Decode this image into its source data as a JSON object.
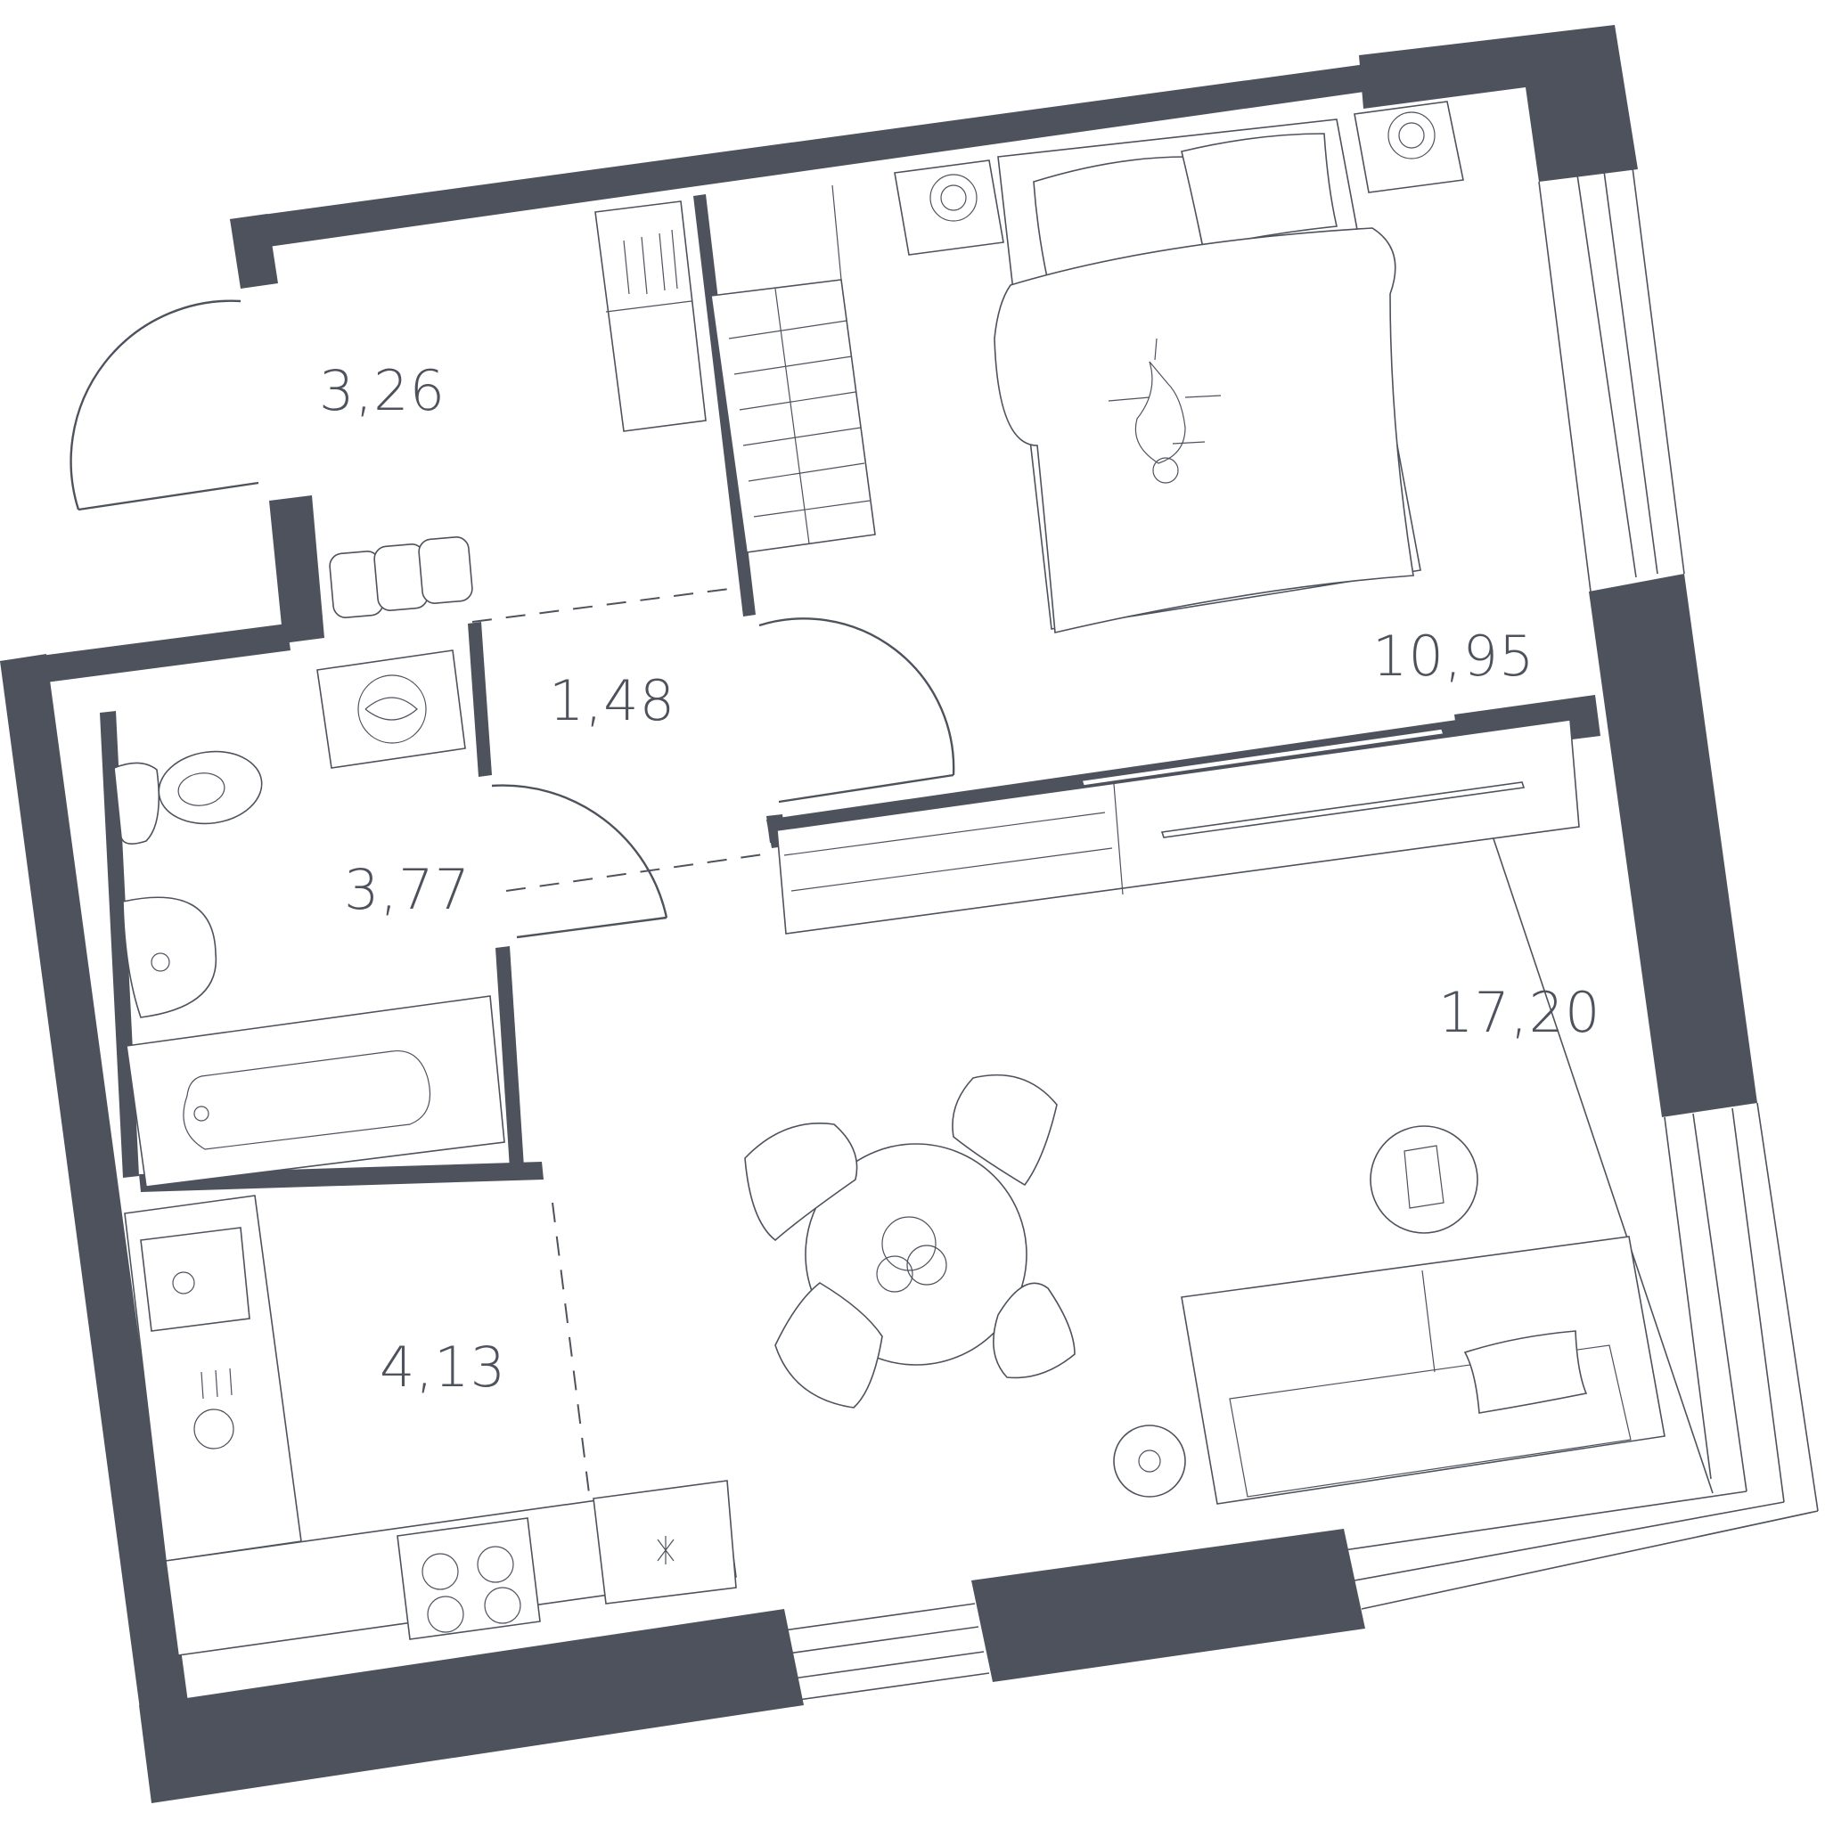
{
  "plan": {
    "areas": {
      "hall": "3,26",
      "bedroom": "10,95",
      "corridor": "1,48",
      "bathroom": "3,77",
      "living": "17,20",
      "kitchen": "4,13"
    },
    "colors": {
      "wall": "#4d525d",
      "background": "#ffffff"
    }
  }
}
